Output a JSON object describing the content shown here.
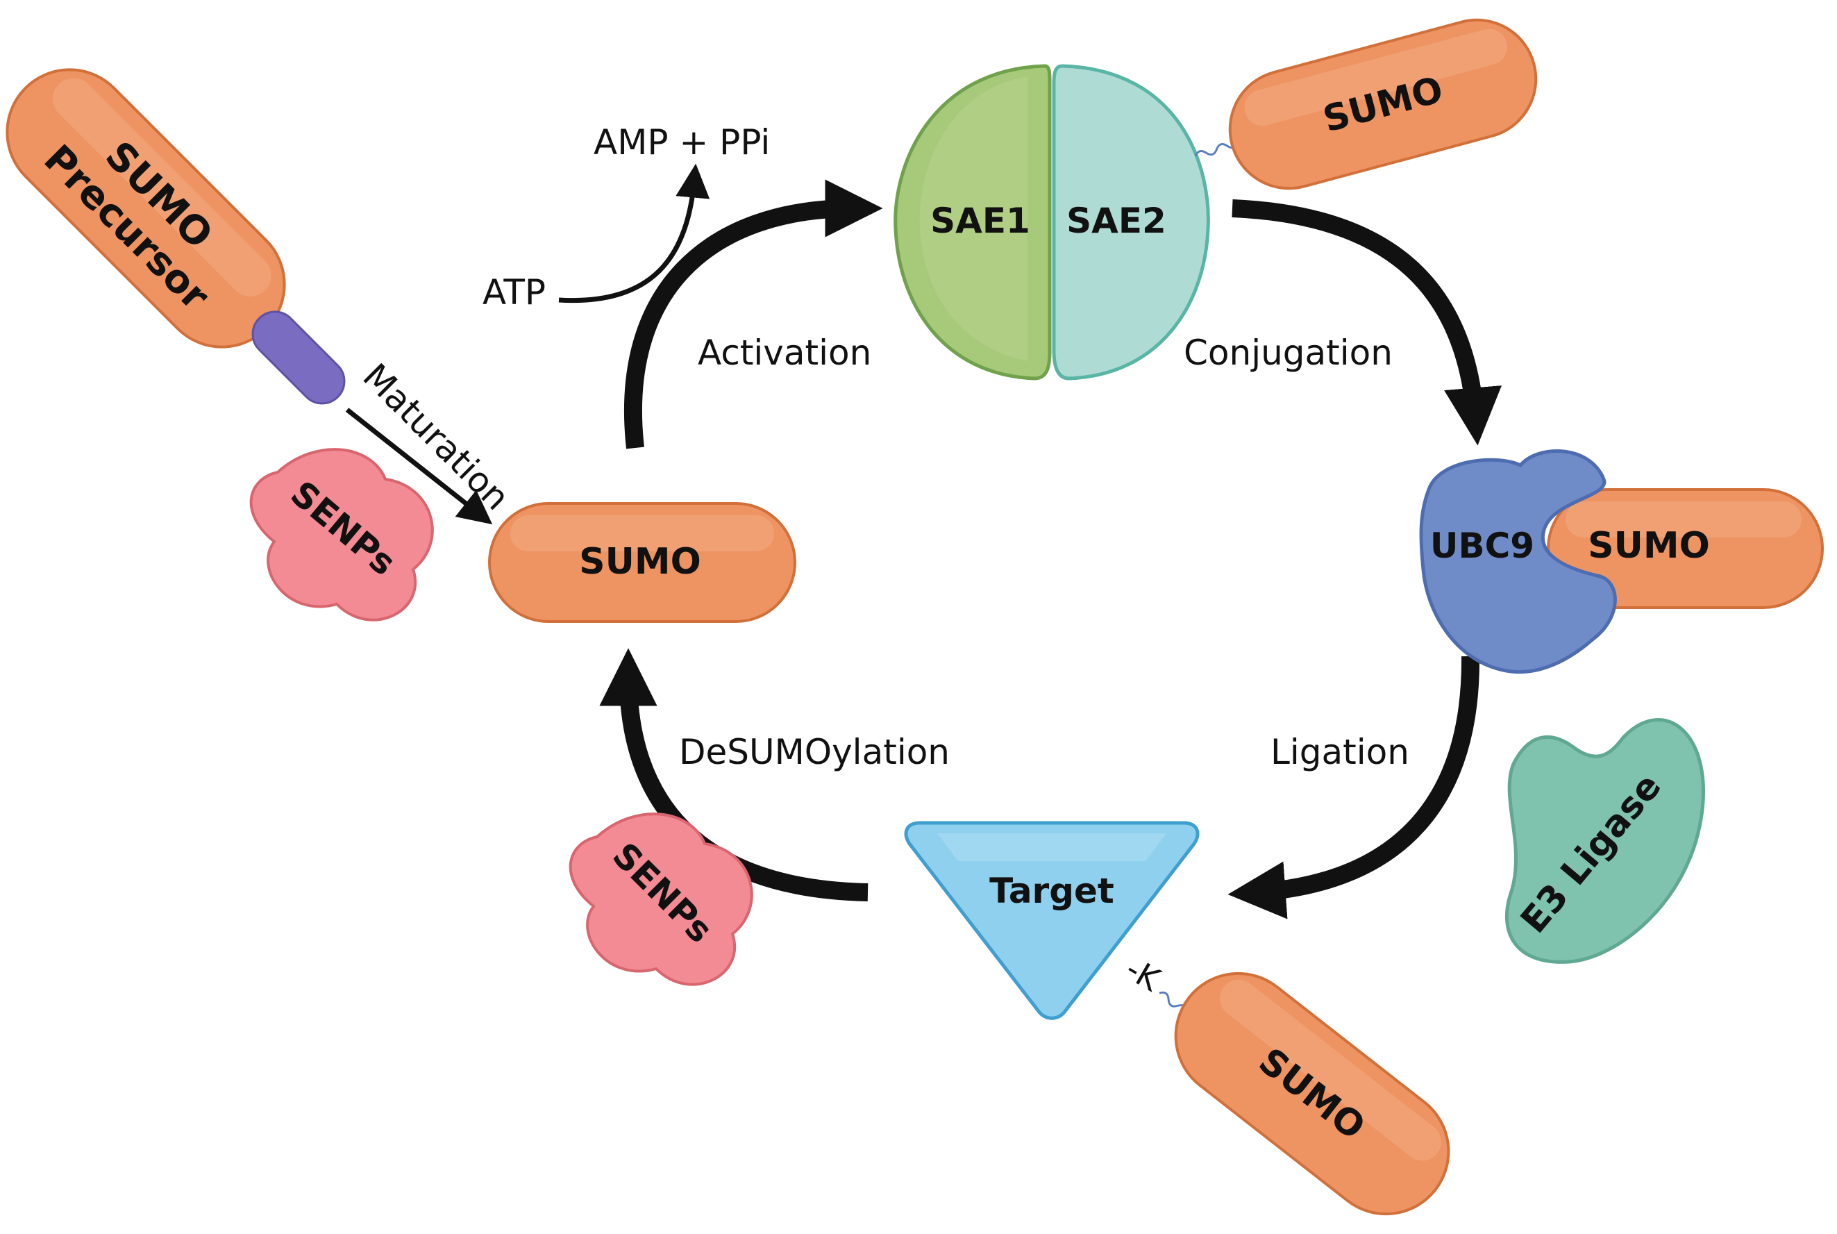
{
  "labels": {
    "sumo_precursor_line1": "SUMO",
    "sumo_precursor_line2": "Precursor",
    "maturation": "Maturation",
    "senps_top": "SENPs",
    "sumo_center": "SUMO",
    "atp": "ATP",
    "amp_ppi": "AMP + PPi",
    "activation": "Activation",
    "sae1": "SAE1",
    "sae2": "SAE2",
    "sumo_top_right": "SUMO",
    "conjugation": "Conjugation",
    "ubc9": "UBC9",
    "sumo_ubc9": "SUMO",
    "ligation": "Ligation",
    "e3_ligase": "E3 Ligase",
    "target": "Target",
    "lysine": "-K",
    "sumo_bottom": "SUMO",
    "desumoylation": "DeSUMOylation",
    "senps_bottom": "SENPs"
  },
  "colors": {
    "sumo_orange": "#EE9362",
    "sumo_orange_light": "#F2A57C",
    "sumo_stroke": "#D2703A",
    "senp_red": "#F28B93",
    "senp_stroke": "#D9656E",
    "sae1_green": "#A7C97A",
    "sae1_stroke": "#6FA24A",
    "sae2_teal": "#AEDCD4",
    "sae2_stroke": "#59B5A6",
    "ubc9_blue": "#6F8CC8",
    "ubc9_stroke": "#4E6CB0",
    "e3_teal": "#7FC2AE",
    "e3_stroke": "#5FA892",
    "target_blue": "#8FD0EE",
    "target_stroke": "#3E9FD0",
    "linker_purple": "#7A6CC0",
    "arrow_black": "#111111"
  }
}
